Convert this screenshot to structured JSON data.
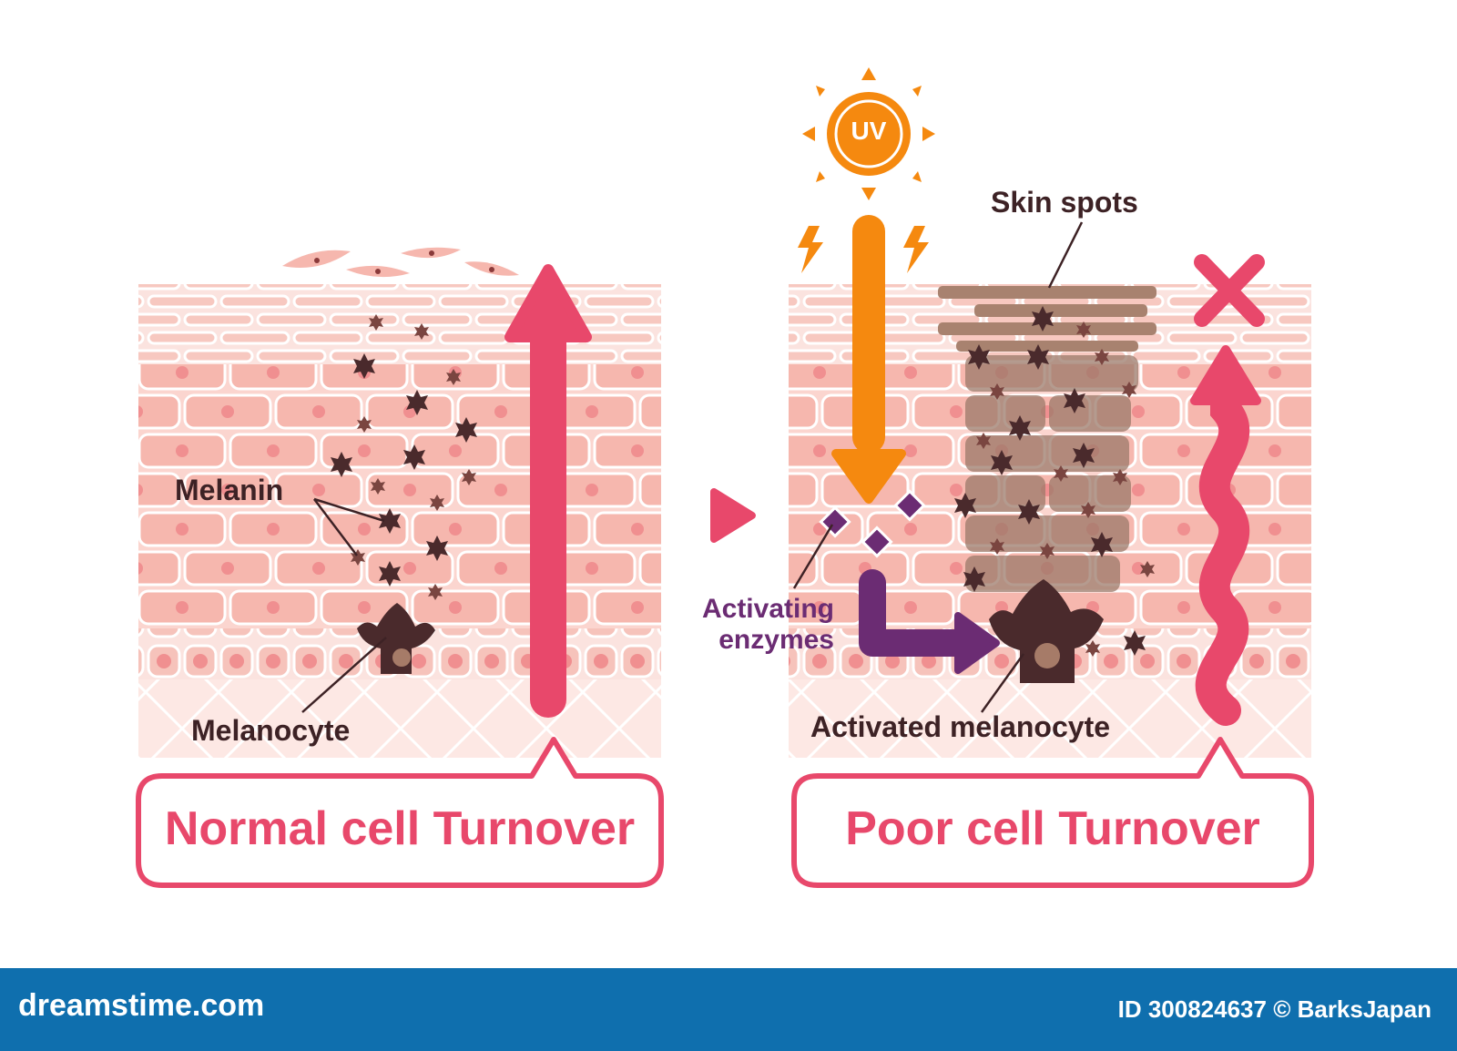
{
  "labels": {
    "melanin": "Melanin",
    "melanocyte": "Melanocyte",
    "uv": "UV",
    "skin_spots": "Skin spots",
    "activating_enzymes_line1": "Activating",
    "activating_enzymes_line2": "enzymes",
    "activated_melanocyte": "Activated melanocyte"
  },
  "captions": {
    "normal": "Normal cell Turnover",
    "poor": "Poor cell Turnover"
  },
  "footer": {
    "brand": "dreamstime.com",
    "credit": "ID 300824637 © BarksJapan"
  },
  "colors": {
    "skin_light": "#fbe3df",
    "skin_cell": "#f7b8b0",
    "skin_stroke": "#ffffff",
    "arrow_pink": "#e8486b",
    "uv_orange": "#f5890f",
    "enzyme_purple": "#6b2c73",
    "melanin_dark": "#4a2a2c",
    "spot_brown": "#a8826f",
    "footer_blue": "#0f6fae"
  }
}
